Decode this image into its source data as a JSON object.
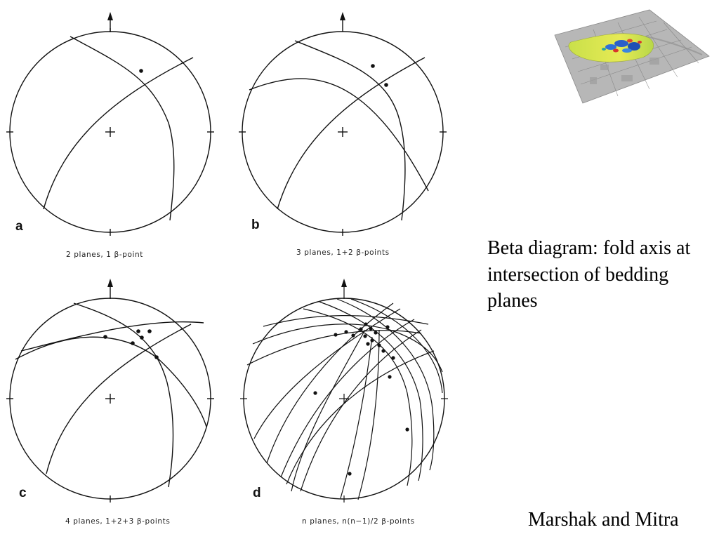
{
  "panels": [
    {
      "letter": "a",
      "caption": "2 planes, 1  β-point"
    },
    {
      "letter": "b",
      "caption": "3 planes, 1+2  β-points"
    },
    {
      "letter": "c",
      "caption": "4 planes, 1+2+3  β-points"
    },
    {
      "letter": "d",
      "caption": "n planes, n(n−1)/2  β-points"
    }
  ],
  "side_text": "Beta diagram: fold axis at intersection of bedding planes",
  "credit": "Marshak and Mitra",
  "colors": {
    "ink": "#111111",
    "background": "#ffffff"
  }
}
